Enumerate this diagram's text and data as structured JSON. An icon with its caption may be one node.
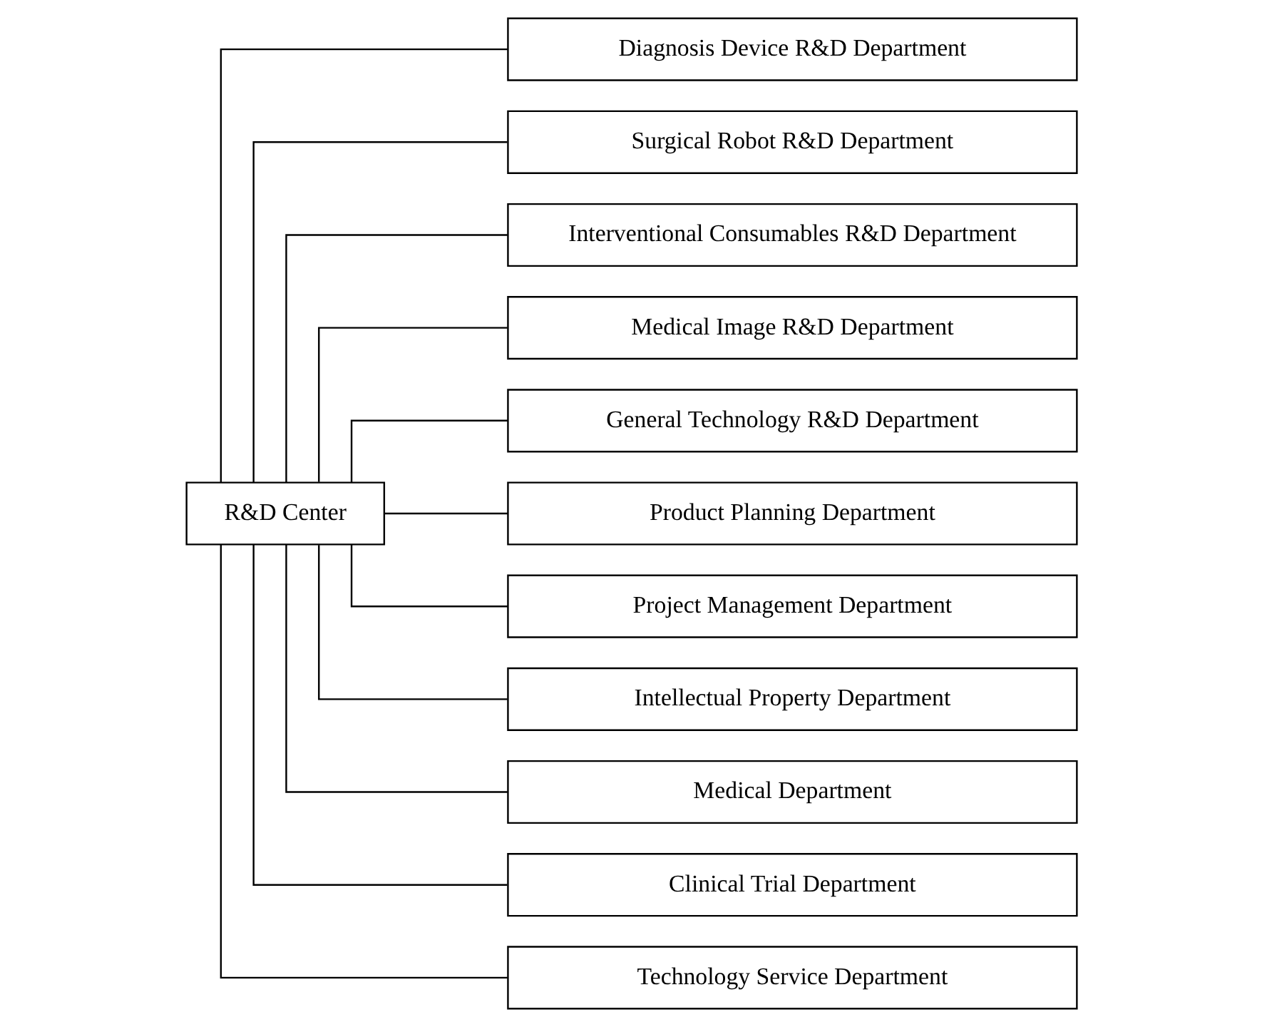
{
  "diagram": {
    "nodes": [
      {
        "text": [
          "R&D Center"
        ]
      },
      {
        "text": [
          "Diagnosis Device R&D Department"
        ]
      },
      {
        "text": [
          "Surgical Robot R&D Department"
        ]
      },
      {
        "text": [
          "Interventional Consumables R&D Department"
        ]
      },
      {
        "text": [
          "Medical Image R&D Department"
        ]
      },
      {
        "text": [
          "General Technology R&D Department"
        ]
      },
      {
        "text": [
          "Product Planning Department"
        ]
      },
      {
        "text": [
          "Project Management Department"
        ]
      },
      {
        "text": [
          "Intellectual Property Department"
        ]
      },
      {
        "text": [
          "Medical Department"
        ]
      },
      {
        "text": [
          "Clinical Trial Department"
        ]
      },
      {
        "text": [
          "Technology Service Department"
        ]
      }
    ],
    "edges": [
      {
        "from": 0,
        "to": 1,
        "arrow": "none"
      },
      {
        "from": 0,
        "to": 2,
        "arrow": "none"
      },
      {
        "from": 0,
        "to": 3,
        "arrow": "none"
      },
      {
        "from": 0,
        "to": 4,
        "arrow": "none"
      },
      {
        "from": 0,
        "to": 5,
        "arrow": "none"
      },
      {
        "from": 0,
        "to": 6,
        "arrow": "none"
      },
      {
        "from": 0,
        "to": 7,
        "arrow": "none"
      },
      {
        "from": 0,
        "to": 8,
        "arrow": "none"
      },
      {
        "from": 0,
        "to": 9,
        "arrow": "none"
      },
      {
        "from": 0,
        "to": 10,
        "arrow": "none"
      },
      {
        "from": 0,
        "to": 11,
        "arrow": "none"
      }
    ]
  }
}
